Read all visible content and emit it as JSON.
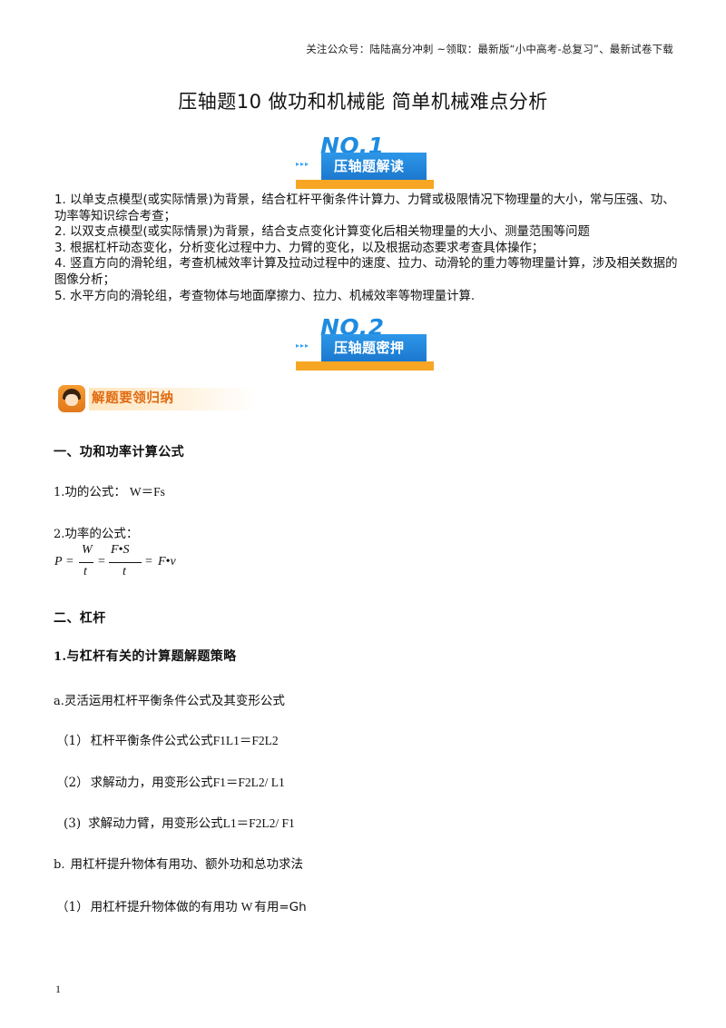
{
  "header_note": "关注公众号：陆陆高分冲刺  ~领取：最新版“小中高考-总复习”、最新试卷下载",
  "title": "压轴题10  做功和机械能  简单机械难点分析",
  "banner1": {
    "number": "NO.1",
    "label": "压轴题解读",
    "arrows": "▸▸▸"
  },
  "banner2": {
    "number": "NO.2",
    "label": "压轴题密押",
    "arrows": "▸▸▸"
  },
  "intro": [
    "1. 以单支点模型(或实际情景)为背景，结合杠杆平衡条件计算力、力臂或极限情况下物理量的大小，常与压强、功、功率等知识综合考查；",
    "2. 以双支点模型(或实际情景)为背景，结合支点变化计算变化后相关物理量的大小、测量范围等问题",
    "3. 根据杠杆动态变化，分析变化过程中力、力臂的变化，以及根据动态要求考查具体操作；",
    "4. 竖直方向的滑轮组，考查机械效率计算及拉动过程中的速度、拉力、动滑轮的重力等物理量计算，涉及相关数据的图像分析；",
    "5. 水平方向的滑轮组，考查物体与地面摩擦力、拉力、机械效率等物理量计算."
  ],
  "badge_label": "解题要领归纳",
  "section1": {
    "heading": "一、功和功率计算公式",
    "work_prefix": "1.",
    "work_label": "功的公式：",
    "work_formula": "W＝Fs",
    "power_prefix": "2.",
    "power_label": "功率的公式：",
    "power_formula": {
      "p": "P",
      "eq1": "=",
      "w": "W",
      "t1": "t",
      "eq2": "=",
      "fs": "F•S",
      "t2": "t",
      "eq3": "=",
      "fv": "F•v"
    }
  },
  "section2": {
    "heading": "二、杠杆",
    "sub_prefix": "1.",
    "sub_heading": "与杠杆有关的计算题解题策略",
    "a_prefix": "a.",
    "a_text": "灵活运用杠杆平衡条件公式及其变形公式",
    "items": [
      {
        "num": "（1）",
        "text": "杠杆平衡条件公式公式",
        "formula": "F1L1＝F2L2"
      },
      {
        "num": "（2）",
        "text": "求解动力，用变形公式",
        "formula": "F1＝F2L2/ L1"
      },
      {
        "num": "(3)",
        "text": "求解动力臂，用变形公式",
        "formula": "L1＝F2L2/ F1"
      }
    ],
    "b_prefix": "b.",
    "b_text": "用杠杆提升物体有用功、额外功和总功求法",
    "b_item": {
      "num": "（1）",
      "text": "用杠杆提升物体做的有用功",
      "formula_w": "W",
      "formula_rest": "有用=Gh"
    }
  },
  "page_number": "1"
}
